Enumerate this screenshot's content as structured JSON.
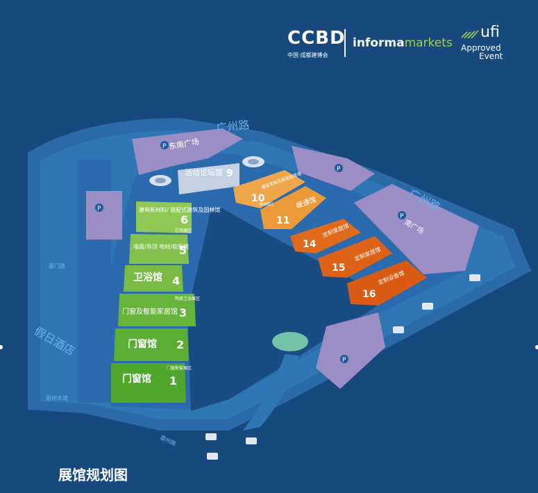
{
  "header": {
    "ccbd_logo": "CCBD",
    "ccbd_subtitle": "中国·成都建博会",
    "informa": "informa",
    "markets": "markets",
    "ufi": "ufi",
    "ufi_approved": "Approved",
    "ufi_event": "Event"
  },
  "roads": {
    "guangzhou_top": "广州路",
    "guangzhou_right": "广州路",
    "hotel": "假日酒店",
    "small_left": "蓉门路",
    "small_bottom_left": "蓉州大道",
    "small_bottom": "蓉州路"
  },
  "plazas": {
    "east": "东南广场",
    "south": "南广场"
  },
  "halls": [
    {
      "id": "h1",
      "number": "1",
      "name": "门窗馆",
      "color": "#4fa72c"
    },
    {
      "id": "h2",
      "number": "2",
      "name": "门窗馆",
      "color": "#5aae34"
    },
    {
      "id": "h3",
      "number": "3",
      "name": "门窗及智能家居馆",
      "color": "#66b43a"
    },
    {
      "id": "h4",
      "number": "4",
      "name": "卫浴馆",
      "color": "#79bb45"
    },
    {
      "id": "h5",
      "number": "5",
      "name": "墙面/吊顶 地材/软装馆",
      "color": "#84c24d"
    },
    {
      "id": "h6",
      "number": "6",
      "name": "建筑新材料/ 装配式建筑及园林馆",
      "color": "#8fc855"
    },
    {
      "id": "h9",
      "number": "9",
      "name": "活动论坛馆",
      "color": "#c5d0e2"
    },
    {
      "id": "h10",
      "number": "10",
      "name": "整装定制及智能家居馆",
      "color": "#efa74b"
    },
    {
      "id": "h11",
      "number": "11",
      "name": "暖通馆",
      "color": "#eb9a3a"
    },
    {
      "id": "h14",
      "number": "14",
      "name": "定制家居馆",
      "color": "#e06a1c"
    },
    {
      "id": "h15",
      "number": "15",
      "name": "定制家居馆",
      "color": "#dd6217"
    },
    {
      "id": "h16",
      "number": "16",
      "name": "定制设备馆",
      "color": "#d95a12"
    }
  ],
  "small_zones": {
    "lighting": "灯饰展区",
    "ceramic": "陶瓷卫浴展区",
    "door_accessories": "门窗配套展区",
    "heating": "暖通展区"
  },
  "parking_label": "P",
  "footer": {
    "title": "展馆规划图"
  },
  "colors": {
    "background": "#17497f",
    "road": "#2f77b4",
    "plaza": "#9b8ec5",
    "green": "#5aae34",
    "orange": "#e9963a",
    "deep_orange": "#dd6217",
    "pond": "#73c3a9"
  }
}
